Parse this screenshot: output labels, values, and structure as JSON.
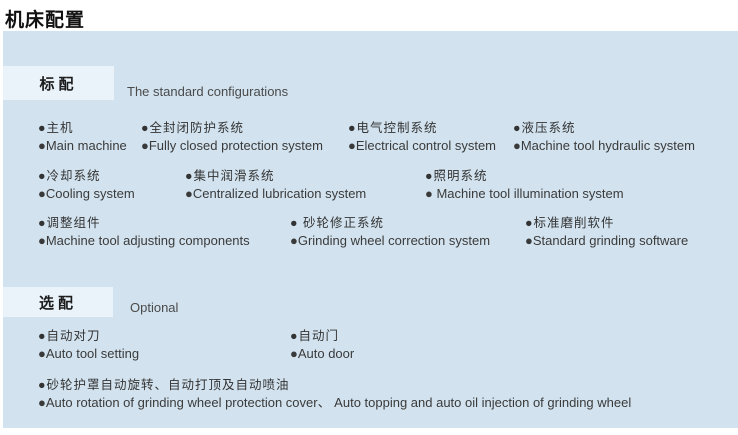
{
  "page_title": "机床配置",
  "colors": {
    "panel_bg": "#d2e3ef",
    "tab_bg": "#eaf3fa",
    "title_text": "#111111",
    "item_text": "#3a3a3a"
  },
  "panel": {
    "standard": {
      "tab_label": "标配",
      "caption": "The standard configurations",
      "rows": [
        {
          "items": [
            {
              "cn": "●主机",
              "en": "●Main machine"
            },
            {
              "cn": "●全封闭防护系统",
              "en": "●Fully closed protection system"
            },
            {
              "cn": "●电气控制系统",
              "en": "●Electrical control system"
            },
            {
              "cn": "●液压系统",
              "en": "●Machine tool hydraulic system"
            }
          ]
        },
        {
          "items": [
            {
              "cn": "●冷却系统",
              "en": "●Cooling system"
            },
            {
              "cn": "●集中润滑系统",
              "en": "●Centralized lubrication system"
            },
            {
              "cn": "●照明系统",
              "en": "● Machine tool illumination system"
            }
          ]
        },
        {
          "items": [
            {
              "cn": "●调整组件",
              "en": "●Machine tool adjusting components"
            },
            {
              "cn": "● 砂轮修正系统",
              "en": "●Grinding wheel correction system"
            },
            {
              "cn": "●标准磨削软件",
              "en": "●Standard grinding software"
            }
          ]
        }
      ]
    },
    "optional": {
      "tab_label": "选配",
      "caption": "Optional",
      "rows": [
        {
          "items": [
            {
              "cn": "●自动对刀",
              "en": "●Auto tool setting"
            },
            {
              "cn": "●自动门",
              "en": "●Auto door"
            }
          ]
        },
        {
          "items": [
            {
              "cn": "●砂轮护罩自动旋转、自动打顶及自动喷油",
              "en": "●Auto rotation of grinding wheel protection cover、 Auto topping and auto oil injection of grinding wheel"
            }
          ]
        }
      ]
    }
  }
}
